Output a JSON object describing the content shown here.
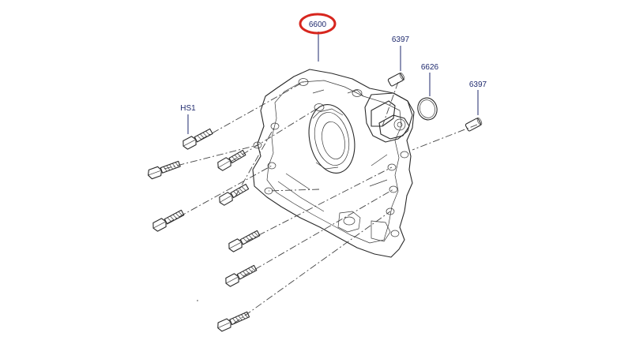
{
  "callouts": {
    "main_cover": "6600",
    "dowel_top": "6397",
    "seal_ring": "6626",
    "dowel_right": "6397",
    "bolt": "HS1"
  },
  "colors": {
    "callout_text": "#1f2a6e",
    "highlight": "#d7261e",
    "line": "#2a2a2a",
    "background": "#ffffff"
  }
}
